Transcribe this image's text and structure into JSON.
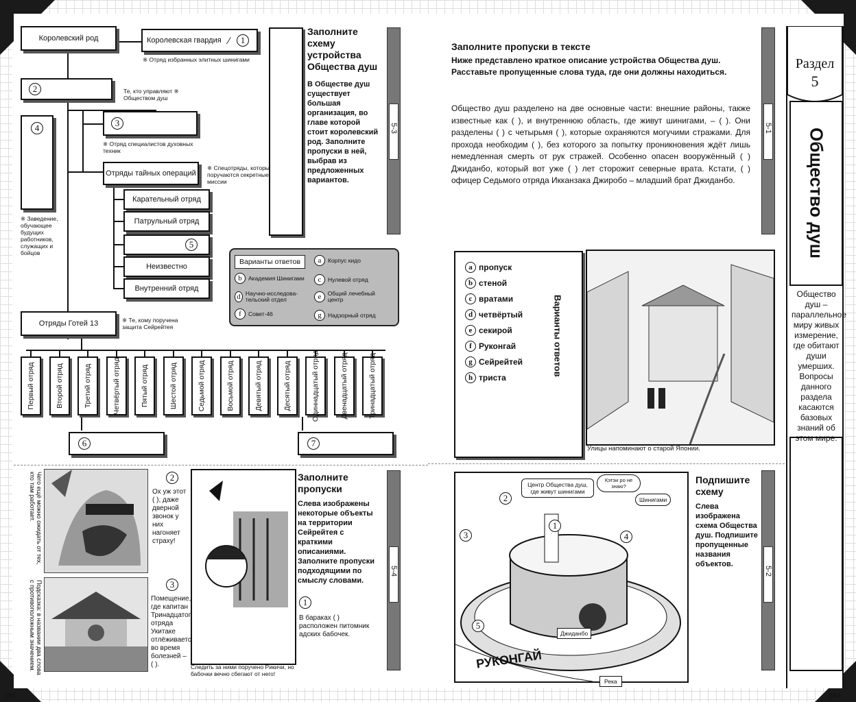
{
  "left_page": {
    "page_number": "185",
    "section_53": {
      "tab": "5-3",
      "title": "Заполните схему устройства Общества душ",
      "text": "В Обществе душ существует большая организация, во главе которой стоит королевский род. Заполните пропуски в ней, выбрав из предложенных вариантов.",
      "tree": {
        "royal": "Королевский род",
        "guard": "Королевская гвардия",
        "guard_num": "1",
        "guard_note": "※ Отряд избранных элитных шинигами",
        "n2": "2",
        "n2_note": "Те, кто управляют ※ Обществом душ",
        "n3": "3",
        "n3_note": "※ Отряд специалистов духовных техник",
        "n4": "4",
        "n4_note": "※ Заведение, обучающее будущих работников, служащих и бойцов",
        "secret": "Отряды тайных операций",
        "secret_note": "※ Спецотряды, которым поручаются секретные миссии",
        "sub": [
          "Карательный отряд",
          "Патрульный отряд",
          "",
          "Неизвестно",
          "Внутренний отряд"
        ],
        "n5": "5",
        "gotei": "Отряды Готей 13",
        "gotei_note": "※ Те, кому поручена защита Сейрейтея",
        "squads": [
          "Первый отряд",
          "Второй отряд",
          "Третий отряд",
          "Четвёртый отряд",
          "Пятый отряд",
          "Шестой отряд",
          "Седьмой отряд",
          "Восьмой отряд",
          "Девятый отряд",
          "Десятый отряд",
          "Одиннадцатый отряд",
          "Двенадцатый отряд",
          "Тринадцатый отряд"
        ],
        "n6": "6",
        "n7": "7"
      },
      "options_title": "Варианты ответов",
      "options": [
        {
          "k": "a",
          "t": "Корпус кидо"
        },
        {
          "k": "b",
          "t": "Академия Шинигами"
        },
        {
          "k": "c",
          "t": "Нулевой отряд"
        },
        {
          "k": "d",
          "t": "Научно-исследова-тельский отдел"
        },
        {
          "k": "e",
          "t": "Общий лечебный центр"
        },
        {
          "k": "f",
          "t": "Совет-46"
        },
        {
          "k": "g",
          "t": "Надзорный отряд"
        }
      ]
    },
    "section_54": {
      "tab": "5-4",
      "title": "Заполните пропуски",
      "text": "Слева изображены некоторые объекты на территории Сейрейтея с краткими описаниями. Заполните пропуски подходящими по смыслу словами.",
      "q2_num": "2",
      "q2_text": "Ох уж этот ( ), даже дверной звонок у них нагоняет страху!",
      "q2_side": "Чего ещё можно ожидать от тех, кто там работает.",
      "q3_num": "3",
      "q3_text": "Помещение, где капитан Тринадцатого отряда Укитаке отлёживается во время болезней – ( ).",
      "q3_side": "Подсказка: в названии два слова с противоположным значением.",
      "q1_num": "1",
      "q1_text": "В бараках ( ) расположен питомник адских бабочек.",
      "q1_caption": "Следить за ними поручено Рикичи, но бабочки вечно сбегают от него!"
    }
  },
  "right_page": {
    "page_number": "184",
    "chapter": {
      "label": "Раздел",
      "num": "5",
      "title": "Общество душ"
    },
    "side_text": "Общество душ – параллельное миру живых измерение, где обитают души умерших. Вопросы данного раздела касаются базовых знаний об этом мире.",
    "section_51": {
      "tab": "5-1",
      "title": "Заполните пропуски в тексте",
      "subtitle": "Ниже представлено краткое описание устройства Общества душ. Расставьте пропущенные слова туда, где они должны находиться.",
      "text": "Общество душ разделено на две основные части: внешние районы, также известные как ( ), и внутреннюю область, где живут шинигами, – ( ). Они разделены ( ) с четырьмя ( ), которые охраняются могучими стражами. Для прохода необходим ( ), без которого за попытку проникновения ждёт лишь немедленная смерть от рук стражей. Особенно опасен вооружённый ( ) Джиданбо, который вот уже ( ) лет сторожит северные врата. Кстати, ( ) офицер Седьмого отряда Икканзака Джиробо – младший брат Джиданбо.",
      "options_title": "Варианты ответов",
      "options": [
        {
          "k": "a",
          "t": "пропуск"
        },
        {
          "k": "b",
          "t": "стеной"
        },
        {
          "k": "c",
          "t": "вратами"
        },
        {
          "k": "d",
          "t": "четвёртый"
        },
        {
          "k": "e",
          "t": "секирой"
        },
        {
          "k": "f",
          "t": "Руконгай"
        },
        {
          "k": "g",
          "t": "Сейрейтей"
        },
        {
          "k": "h",
          "t": "триста"
        }
      ],
      "caption": "Улицы напоминают о старой Японии."
    },
    "section_52": {
      "tab": "5-2",
      "title": "Подпишите схему",
      "text": "Слева изображена схема Общества душ. Подпишите пропущенные названия объектов.",
      "bubble_center": "Центр Общества душ, где живут шинигами",
      "bubble_shini": "Шинигами",
      "bubble_who": "Кэтэи ро не знаю?",
      "label_jidanbo": "Джиданбо",
      "label_river": "Река",
      "label_rukongai": "РУКОНГАЙ",
      "nums": [
        "1",
        "2",
        "3",
        "4",
        "5"
      ]
    }
  }
}
